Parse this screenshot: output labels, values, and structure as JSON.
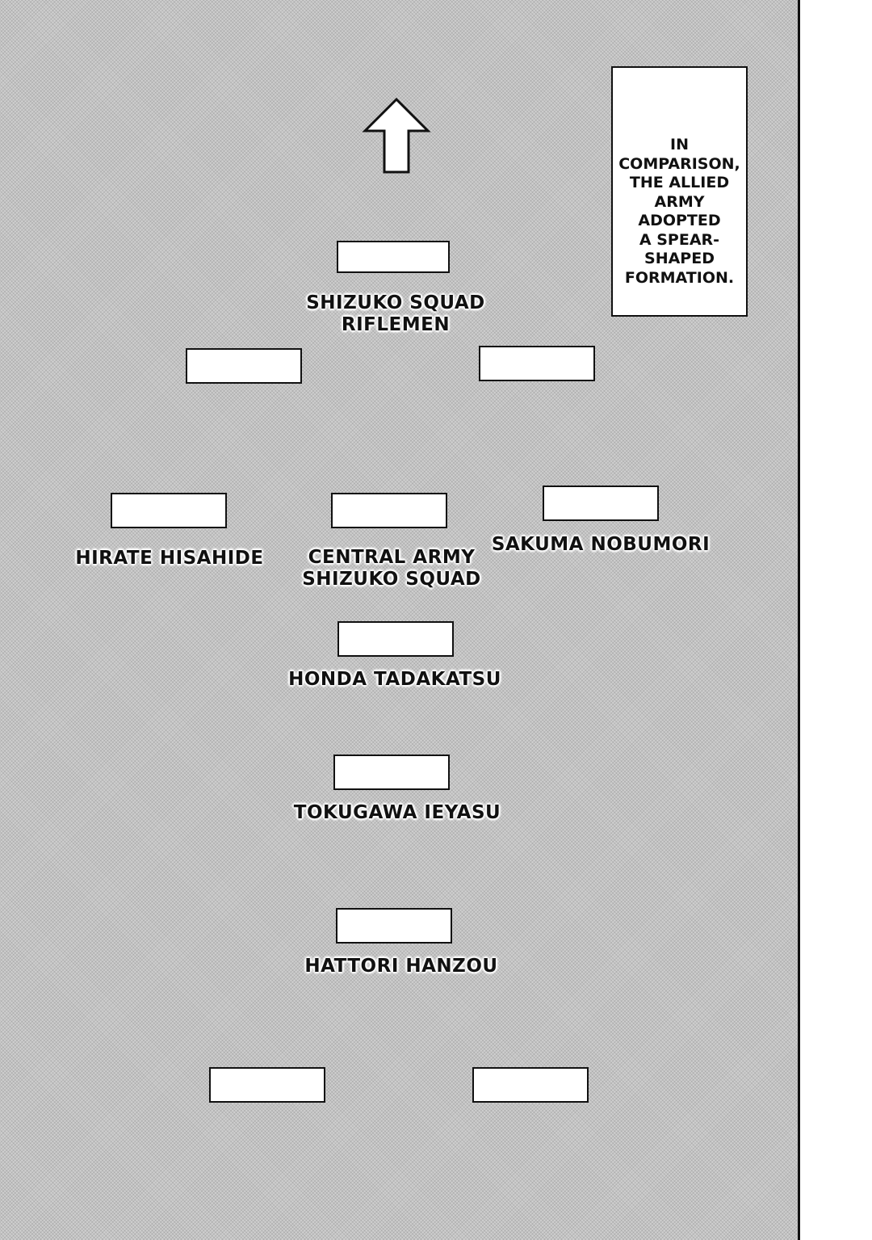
{
  "caption": {
    "lines": [
      "IN COMPARISON,",
      "THE ALLIED",
      "ARMY ADOPTED",
      "A SPEAR-",
      "SHAPED",
      "FORMATION."
    ]
  },
  "arrow": {
    "icon": "up-arrow-icon",
    "direction": "up"
  },
  "units": {
    "shizuko_riflemen": {
      "lines": [
        "SHIZUKO SQUAD",
        "RIFLEMEN"
      ]
    },
    "hirate": {
      "lines": [
        "HIRATE HISAHIDE"
      ]
    },
    "central": {
      "lines": [
        "CENTRAL ARMY",
        "SHIZUKO SQUAD"
      ]
    },
    "sakuma": {
      "lines": [
        "SAKUMA NOBUMORI"
      ]
    },
    "honda": {
      "lines": [
        "HONDA TADAKATSU"
      ]
    },
    "tokugawa": {
      "lines": [
        "TOKUGAWA IEYASU"
      ]
    },
    "hattori": {
      "lines": [
        "HATTORI HANZOU"
      ]
    }
  }
}
